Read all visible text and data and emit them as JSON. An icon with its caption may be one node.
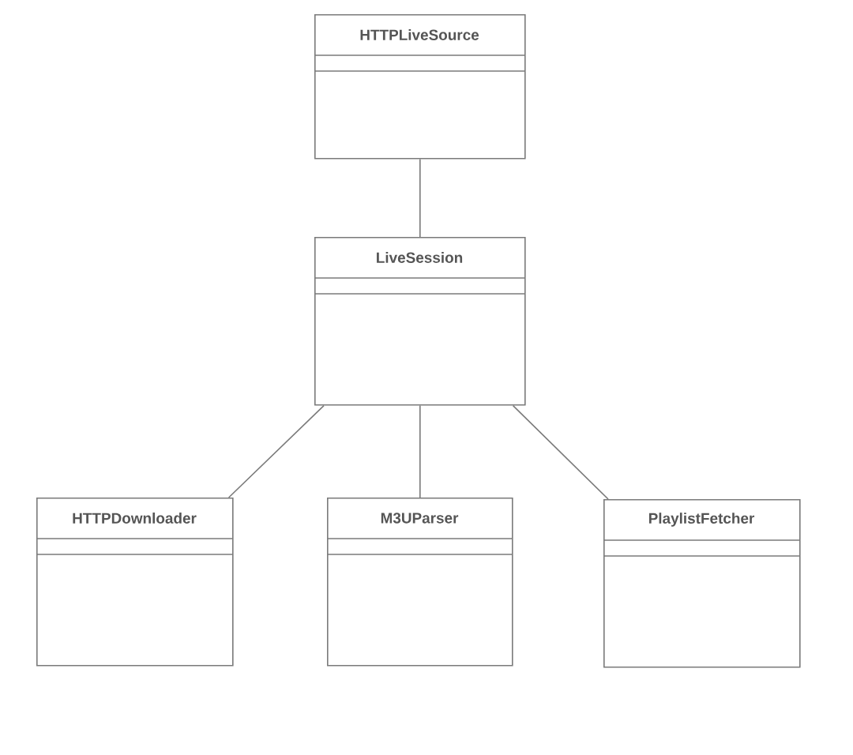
{
  "diagram": {
    "nodes": [
      {
        "text": [
          "HTTPLiveSource"
        ]
      },
      {
        "text": [
          "LiveSession"
        ]
      },
      {
        "text": [
          "HTTPDownloader"
        ]
      },
      {
        "text": [
          "M3UParser"
        ]
      },
      {
        "text": [
          "PlaylistFetcher"
        ]
      }
    ],
    "edges": [
      {
        "from": 0,
        "to": 1,
        "arrow": "none"
      },
      {
        "from": 1,
        "to": 2,
        "arrow": "none"
      },
      {
        "from": 1,
        "to": 3,
        "arrow": "none"
      },
      {
        "from": 1,
        "to": 4,
        "arrow": "none"
      }
    ]
  }
}
